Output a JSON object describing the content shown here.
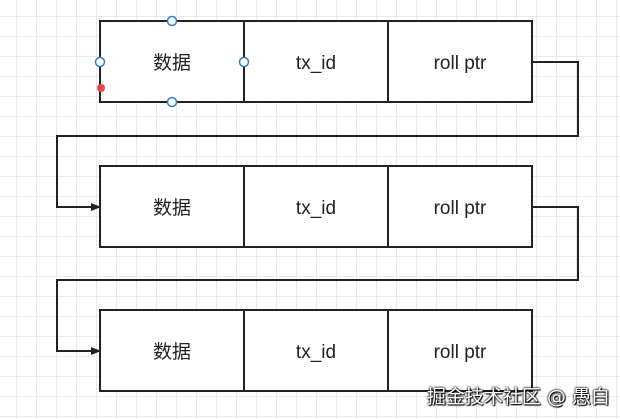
{
  "diagram": {
    "rows": [
      {
        "cells": [
          "数据",
          "tx_id",
          "roll ptr"
        ]
      },
      {
        "cells": [
          "数据",
          "tx_id",
          "roll ptr"
        ]
      },
      {
        "cells": [
          "数据",
          "tx_id",
          "roll ptr"
        ]
      }
    ],
    "selected_row": 0,
    "colors": {
      "stroke": "#222222",
      "handle": "#2d7fd1",
      "anchor": "#e0474c"
    }
  },
  "watermark": "掘金技术社区 @ 愚白"
}
